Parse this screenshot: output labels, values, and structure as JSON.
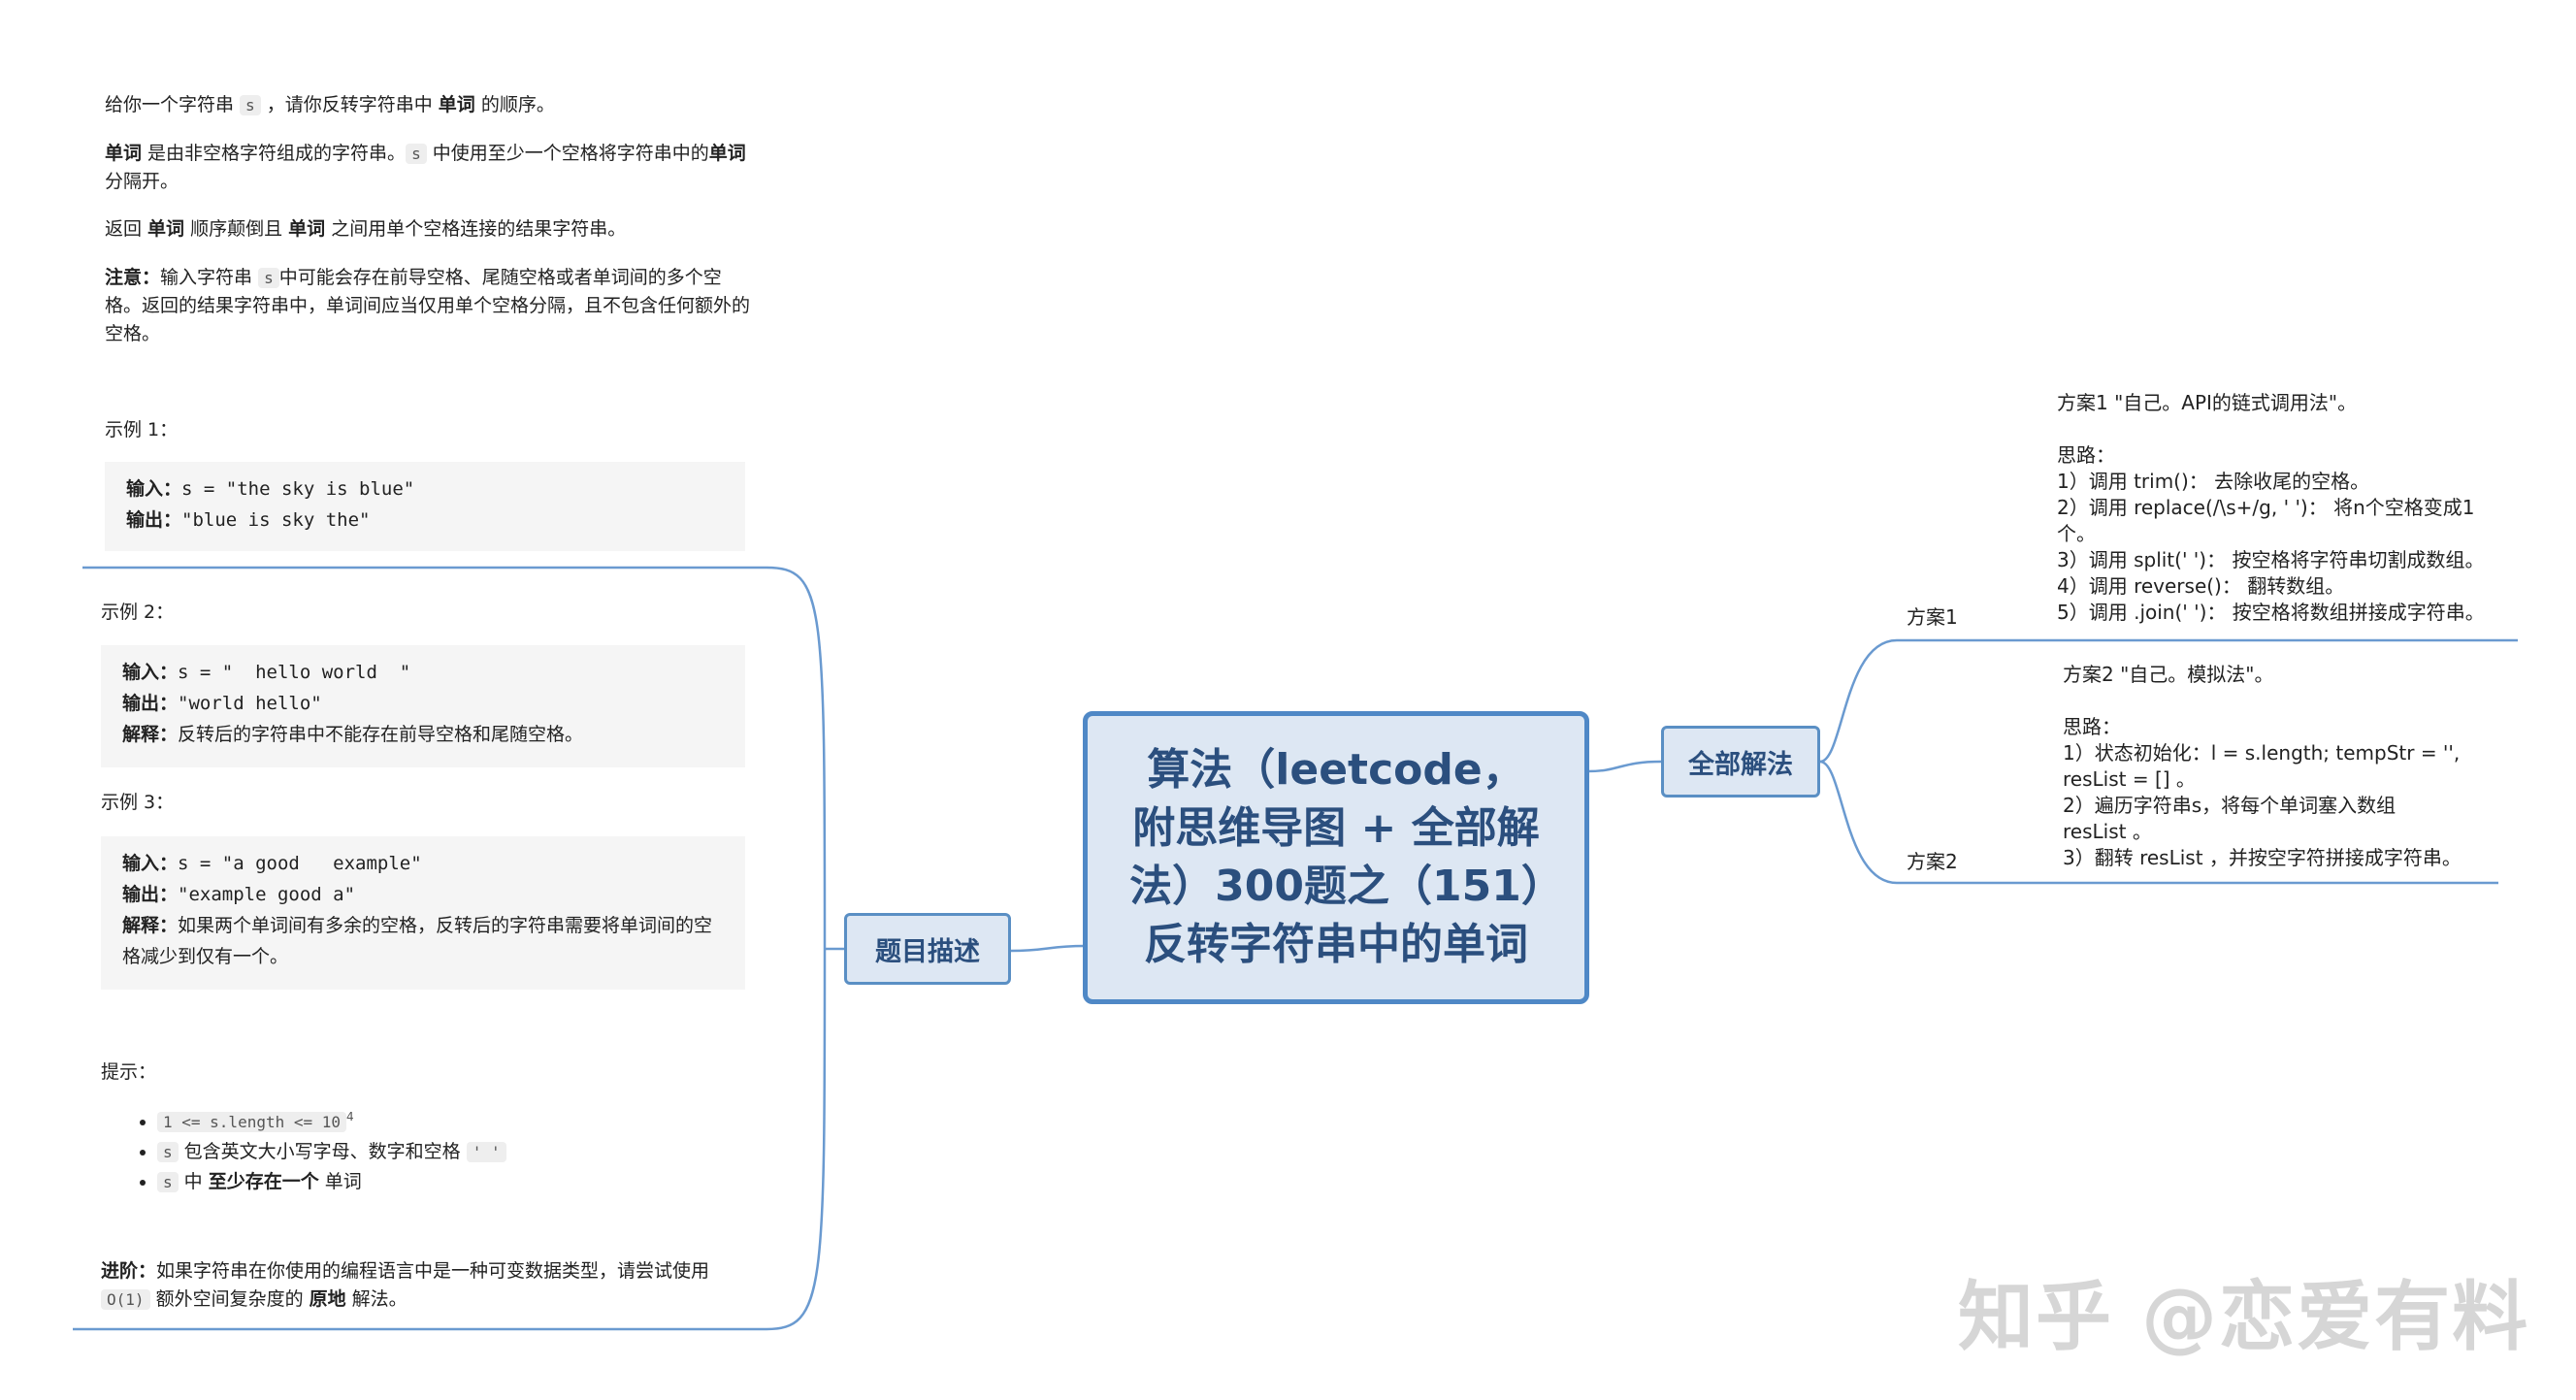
{
  "problem": {
    "p1": {
      "before": "给你一个字符串 ",
      "code": "s",
      "mid": " ，请你反转字符串中 ",
      "bold": "单词",
      "after": " 的顺序。"
    },
    "p2": {
      "bold1": "单词",
      "t1": " 是由非空格字符组成的字符串。",
      "code": "s",
      "t2": " 中使用至少一个空格将字符串中的",
      "bold2": "单词",
      "t3": " 分隔开。"
    },
    "p3": {
      "t1": "返回 ",
      "bold1": "单词",
      "t2": " 顺序颠倒且 ",
      "bold2": "单词",
      "t3": " 之间用单个空格连接的结果字符串。"
    },
    "p4": {
      "bold": "注意：",
      "t1": "输入字符串 ",
      "code": "s",
      "t2": "中可能会存在前导空格、尾随空格或者单词间的多个空格。返回的结果字符串中，单词间应当仅用单个空格分隔，且不包含任何额外的空格。"
    },
    "examples": [
      {
        "title": "示例 1：",
        "input_label": "输入：",
        "input": "s = \"the sky is blue\"",
        "output_label": "输出：",
        "output": "\"blue is sky the\""
      },
      {
        "title": "示例 2：",
        "input_label": "输入：",
        "input": "s = \"  hello world  \"",
        "output_label": "输出：",
        "output": "\"world hello\"",
        "explain_label": "解释：",
        "explain": "反转后的字符串中不能存在前导空格和尾随空格。"
      },
      {
        "title": "示例 3：",
        "input_label": "输入：",
        "input": "s = \"a good   example\"",
        "output_label": "输出：",
        "output": "\"example good a\"",
        "explain_label": "解释：",
        "explain": "如果两个单词间有多余的空格，反转后的字符串需要将单词间的空格减少到仅有一个。"
      }
    ],
    "hints_title": "提示：",
    "hints": {
      "h1_code": "1 <= s.length <= 10",
      "h1_sup": "4",
      "h2_code": "s",
      "h2_text": " 包含英文大小写字母、数字和空格 ",
      "h2_code2": "' '",
      "h3_code": "s",
      "h3_t1": " 中 ",
      "h3_bold": "至少存在一个",
      "h3_t2": " 单词"
    },
    "advanced": {
      "bold": "进阶：",
      "t1": "如果字符串在你使用的编程语言中是一种可变数据类型，请尝试使用 ",
      "code": "O(1)",
      "t2": " 额外空间复杂度的 ",
      "bold2": "原地",
      "t3": " 解法。"
    }
  },
  "nodes": {
    "main": "算法（leetcode，附思维导图 + 全部解法）300题之（151）反转字符串中的单词",
    "problem": "题目描述",
    "solutions": "全部解法"
  },
  "solutions": {
    "s1_label": "方案1",
    "s1_lines": [
      "方案1 \"自己。API的链式调用法\"。",
      "",
      "思路：",
      "1）调用 trim()： 去除收尾的空格。",
      "2）调用 replace(/\\s+/g, ' ')： 将n个空格变成1",
      "个。",
      "3）调用 split(' ')： 按空格将字符串切割成数组。",
      "4）调用 reverse()： 翻转数组。",
      "5）调用 .join(' ')： 按空格将数组拼接成字符串。"
    ],
    "s2_label": "方案2",
    "s2_lines": [
      "方案2 \"自己。模拟法\"。",
      "",
      "思路：",
      "1）状态初始化：l = s.length; tempStr = '',",
      "resList = [] 。",
      "2）遍历字符串s，将每个单词塞入数组",
      "resList 。",
      "3）翻转 resList ，并按空字符拼接成字符串。"
    ]
  },
  "watermark": "知乎 @恋爱有料",
  "colors": {
    "node_border": "#5a8fc4",
    "node_fill": "#dde7f3",
    "node_text": "#2b4f7e",
    "line": "#6a9ad0"
  }
}
